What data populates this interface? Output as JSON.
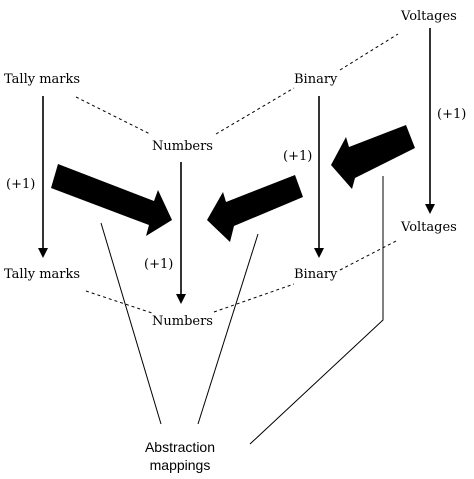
{
  "diagram": {
    "labels": {
      "tally_top": "Tally marks",
      "tally_bottom": "Tally marks",
      "numbers_top": "Numbers",
      "numbers_bottom": "Numbers",
      "binary_top": "Binary",
      "binary_bottom": "Binary",
      "voltages_top": "Voltages",
      "voltages_bottom": "Voltages",
      "increment": "(+1)",
      "abstraction_line1": "Abstraction",
      "abstraction_line2": "mappings"
    },
    "colors": {
      "ink": "#000000",
      "background": "#ffffff"
    }
  }
}
